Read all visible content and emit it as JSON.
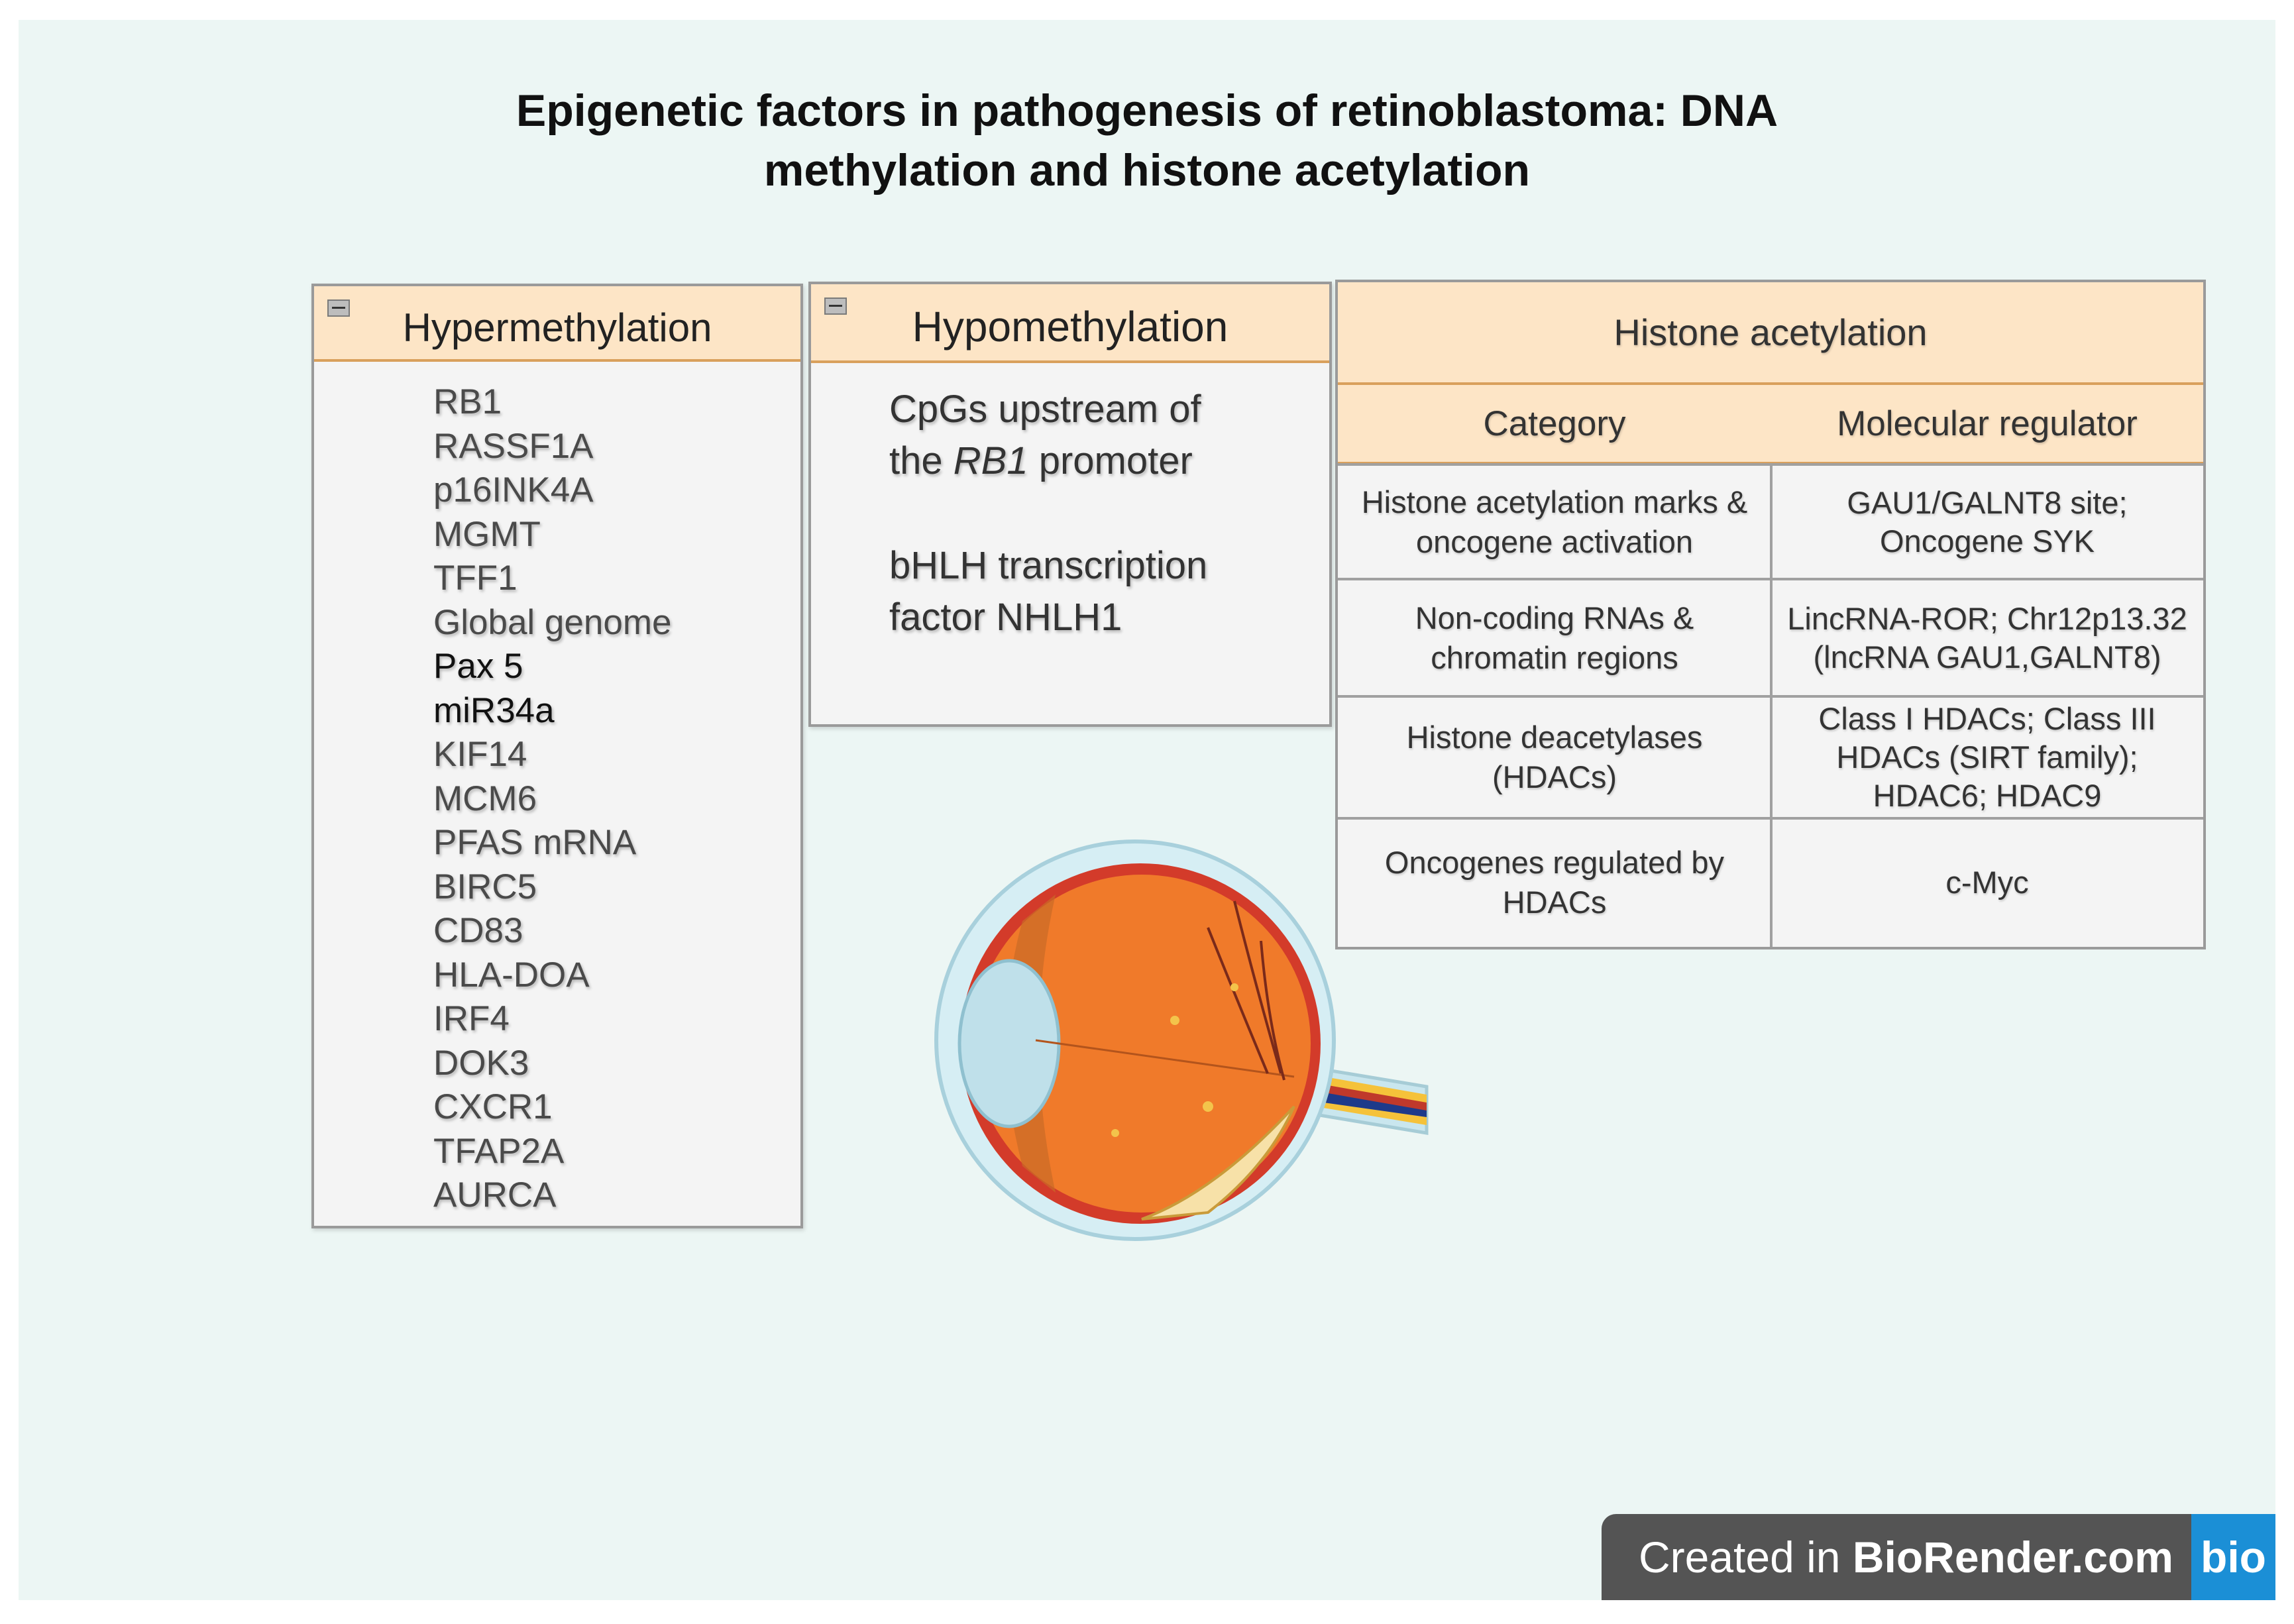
{
  "title": {
    "line1": "Epigenetic factors in pathogenesis of retinoblastoma: DNA",
    "line2": "methylation and histone acetylation"
  },
  "hypermethylation": {
    "header": "Hypermethylation",
    "genes": [
      "RB1",
      "RASSF1A",
      "p16INK4A",
      "MGMT",
      "TFF1",
      "Global genome",
      "Pax 5",
      "miR34a",
      "KIF14",
      "MCM6",
      "PFAS mRNA",
      "BIRC5",
      "CD83",
      "HLA-DOA",
      "IRF4",
      "DOK3",
      "CXCR1",
      "TFAP2A",
      "AURCA"
    ]
  },
  "hypomethylation": {
    "header": "Hypomethylation",
    "item1_part1": "CpGs upstream of",
    "item1_part2_prefix": "the ",
    "item1_part2_italic": "RB1",
    "item1_part2_suffix": " promoter",
    "item2_line1": "bHLH transcription",
    "item2_line2": "factor NHLH1"
  },
  "histone": {
    "header": "Histone acetylation",
    "col_category": "Category",
    "col_regulator": "Molecular regulator",
    "rows": [
      {
        "category_l1": "Histone acetylation marks &",
        "category_l2": "oncogene activation",
        "regulator_l1": "GAU1/GALNT8 site;",
        "regulator_l2": "Oncogene SYK",
        "regulator_l3": ""
      },
      {
        "category_l1": "Non-coding RNAs &",
        "category_l2": "chromatin regions",
        "regulator_l1": "LincRNA-ROR; Chr12p13.32",
        "regulator_l2": "(lncRNA GAU1,GALNT8)",
        "regulator_l3": ""
      },
      {
        "category_l1": "Histone deacetylases",
        "category_l2": "(HDACs)",
        "regulator_l1": "Class I HDACs; Class III",
        "regulator_l2": "HDACs (SIRT family);",
        "regulator_l3": "HDAC6; HDAC9"
      },
      {
        "category_l1": "Oncogenes regulated by",
        "category_l2": "HDACs",
        "regulator_l1": "c-Myc",
        "regulator_l2": "",
        "regulator_l3": ""
      }
    ]
  },
  "badge": {
    "prefix": "Created in ",
    "brand": "BioRender.com",
    "logo": "bio"
  },
  "colors": {
    "background": "#ecf6f4",
    "header_fill": "#fde5c6",
    "header_border": "#d9a05c",
    "box_fill": "#f4f4f4",
    "badge_dark": "#545454",
    "badge_blue": "#1b8fd6"
  }
}
